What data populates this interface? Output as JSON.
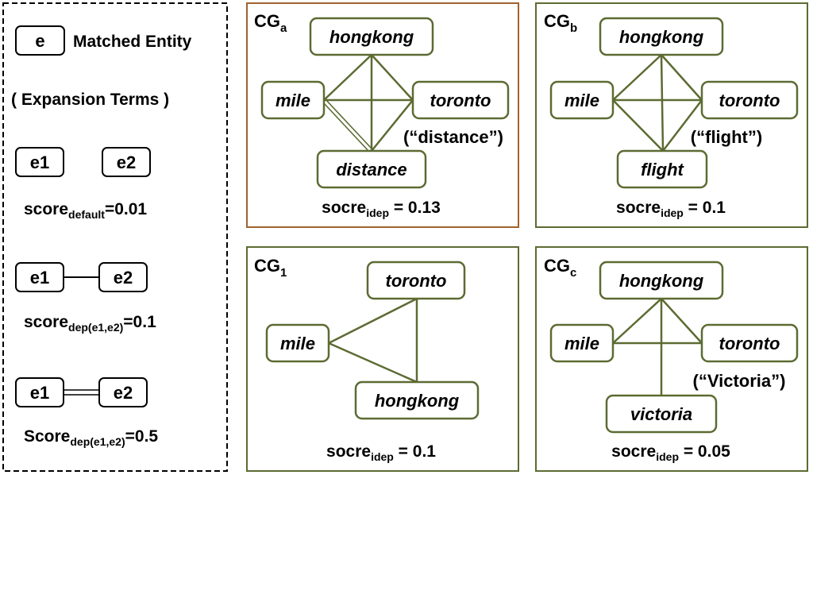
{
  "legend": {
    "matched_entity_box": "e",
    "matched_entity_label": "Matched Entity",
    "expansion_terms": "( Expansion Terms )",
    "default_e1": "e1",
    "default_e2": "e2",
    "score_default": {
      "base": "score",
      "sub": "default",
      "rest": "=0.01"
    },
    "single_e1": "e1",
    "single_e2": "e2",
    "score_single": {
      "base": "score",
      "sub": "dep(e1,e2)",
      "rest": "=0.1"
    },
    "double_e1": "e1",
    "double_e2": "e2",
    "score_double": {
      "base": "Score",
      "sub": "dep(e1,e2)",
      "rest": "=0.5"
    }
  },
  "panels": {
    "cga": {
      "title": {
        "base": "CG",
        "sub": "a"
      },
      "border_color": "#a0622e",
      "nodes": {
        "n1": "hongkong",
        "n2": "mile",
        "n3": "toronto",
        "n4": "distance"
      },
      "annotation": "(“distance”)",
      "score": {
        "base": "socre",
        "sub": "idep",
        "rest": " = 0.13"
      }
    },
    "cgb": {
      "title": {
        "base": "CG",
        "sub": "b"
      },
      "border_color": "#5c6b32",
      "nodes": {
        "n1": "hongkong",
        "n2": "mile",
        "n3": "toronto",
        "n4": "flight"
      },
      "annotation": "(“flight”)",
      "score": {
        "base": "socre",
        "sub": "idep",
        "rest": " = 0.1"
      }
    },
    "cg1": {
      "title": {
        "base": "CG",
        "sub": "1"
      },
      "border_color": "#5c6b32",
      "nodes": {
        "n1": "toronto",
        "n2": "mile",
        "n3": "hongkong"
      },
      "score": {
        "base": "socre",
        "sub": "idep",
        "rest": " = 0.1"
      }
    },
    "cgc": {
      "title": {
        "base": "CG",
        "sub": "c"
      },
      "border_color": "#5c6b32",
      "nodes": {
        "n1": "hongkong",
        "n2": "mile",
        "n3": "toronto",
        "n4": "victoria"
      },
      "annotation": "(“Victoria”)",
      "score": {
        "base": "socre",
        "sub": "idep",
        "rest": " = 0.05"
      }
    }
  },
  "colors": {
    "edge": "#5c6b32",
    "node_border": "#5c6b32",
    "legend_border": "#000000"
  }
}
